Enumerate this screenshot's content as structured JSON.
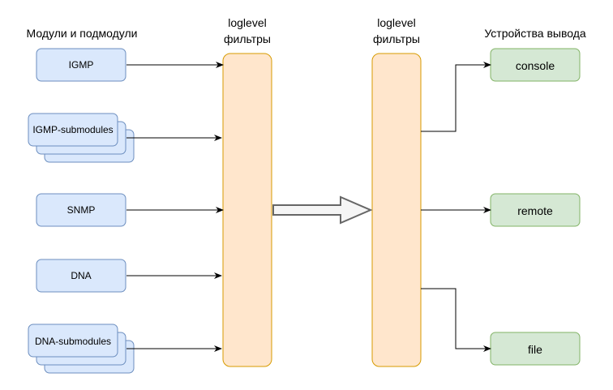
{
  "headers": {
    "modules": "Модули и подмодули",
    "filters_left_line1": "loglevel",
    "filters_left_line2": "фильтры",
    "filters_right_line1": "loglevel",
    "filters_right_line2": "фильтры",
    "outputs": "Устройства вывода"
  },
  "modules": [
    {
      "label": "IGMP",
      "stacked": false
    },
    {
      "label": "IGMP-submodules",
      "stacked": true
    },
    {
      "label": "SNMP",
      "stacked": false
    },
    {
      "label": "DNA",
      "stacked": false
    },
    {
      "label": "DNA-submodules",
      "stacked": true
    }
  ],
  "outputs": [
    {
      "label": "console"
    },
    {
      "label": "remote"
    },
    {
      "label": "file"
    }
  ],
  "colors": {
    "module_fill": "#dae8fc",
    "module_stroke": "#6c8ebf",
    "filter_fill": "#ffe6cc",
    "filter_stroke": "#d79b00",
    "output_fill": "#d5e8d4",
    "output_stroke": "#82b366",
    "big_arrow_fill": "#f5f5f5",
    "big_arrow_stroke": "#666666",
    "edge": "#000000"
  }
}
